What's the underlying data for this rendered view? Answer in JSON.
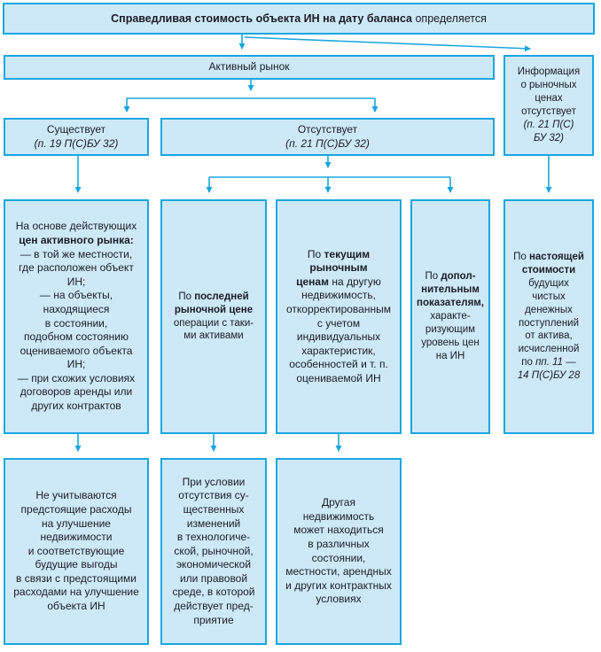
{
  "palette": {
    "accent": "#18a6df",
    "fill": "#cde9f8",
    "text": "#1c1c24"
  },
  "nodes": {
    "hdr": {
      "segments": [
        {
          "t": "Справедливая стоимость объекта ИН на дату баланса ",
          "b": true
        },
        {
          "t": "определяется"
        }
      ]
    },
    "am": {
      "segments": [
        {
          "t": "Активный рынок"
        }
      ]
    },
    "info": {
      "segments": [
        {
          "t": "Информация\nо рыночных\nценах\nотсутствует\n"
        },
        {
          "t": "(п. 21 П(С)\nБУ 32)",
          "i": true
        }
      ]
    },
    "ex": {
      "segments": [
        {
          "t": "Существует\n"
        },
        {
          "t": "(п. 19 П(С)БУ 32)",
          "i": true
        }
      ]
    },
    "ab": {
      "segments": [
        {
          "t": "Отсутствует\n"
        },
        {
          "t": "(п. 21 П(С)БУ 32)",
          "i": true
        }
      ]
    },
    "b1": {
      "segments": [
        {
          "t": "На основе действующих\n"
        },
        {
          "t": "цен активного рынка:",
          "b": true
        },
        {
          "t": "\n— в той же местности,\nгде расположен объект\nИН;\n— на объекты,\nнаходящиеся\nв состоянии,\nподобном состоянию\nоцениваемого объекта\nИН;\n— при схожих условиях\nдоговоров аренды или\nдругих контрактов"
        }
      ]
    },
    "b2": {
      "segments": [
        {
          "t": "По "
        },
        {
          "t": "последней\nрыночной цене",
          "b": true
        },
        {
          "t": "\nоперации с таки-\nми активами"
        }
      ]
    },
    "b3": {
      "segments": [
        {
          "t": "По "
        },
        {
          "t": "текущим\nрыночным\nценам",
          "b": true
        },
        {
          "t": " на другую\nнедвижимость,\nоткорректированным\nс учетом\nиндивидуальных\nхарактеристик,\nособенностей и т. п.\nоцениваемой ИН"
        }
      ]
    },
    "b4": {
      "segments": [
        {
          "t": "По "
        },
        {
          "t": "допол-\nнительным\nпоказателям,",
          "b": true
        },
        {
          "t": "\nхаракте-\nризующим\nуровень цен\nна ИН"
        }
      ]
    },
    "b5": {
      "segments": [
        {
          "t": "По "
        },
        {
          "t": "настоящей\nстоимости",
          "b": true
        },
        {
          "t": "\nбудущих\nчистых\nденежных\nпоступлений\nот актива,\nисчисленной\nпо "
        },
        {
          "t": "пп. 11 —\n14 П(С)БУ 28",
          "i": true
        }
      ]
    },
    "c1": {
      "segments": [
        {
          "t": "Не учитываются\nпредстоящие расходы\nна улучшение\nнедвижимости\nи соответствующие\nбудущие выгоды\nв связи с предстоящими\nрасходами на улучшение\nобъекта ИН"
        }
      ]
    },
    "c2": {
      "segments": [
        {
          "t": "При условии\nотсутствия су-\nщественных\nизменений\nв технологиче-\nской, рыночной,\nэкономической\nили правовой\nсреде, в которой\nдействует пред-\nприятие"
        }
      ]
    },
    "c3": {
      "segments": [
        {
          "t": "Другая\nнедвижимость\nможет находиться\nв различных\nсостоянии,\nместности, арендных\nи других контрактных\nусловиях"
        }
      ]
    }
  }
}
